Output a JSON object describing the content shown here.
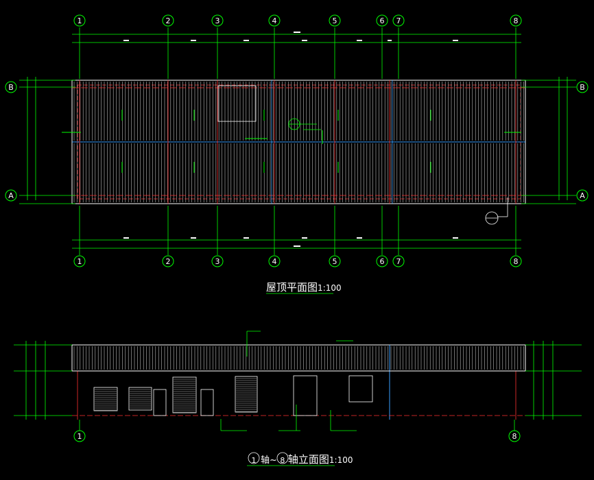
{
  "drawing": {
    "top_axes": [
      {
        "label": "1"
      },
      {
        "label": "2"
      },
      {
        "label": "3"
      },
      {
        "label": "4"
      },
      {
        "label": "5"
      },
      {
        "label": "6"
      },
      {
        "label": "7"
      },
      {
        "label": "8"
      }
    ],
    "row_axes": [
      {
        "label": "B"
      },
      {
        "label": "A"
      }
    ],
    "elevation_axes": [
      {
        "label": "1"
      },
      {
        "label": "8"
      }
    ],
    "plan_title": "屋顶平面图",
    "plan_scale": "1:100",
    "elevation_title_a": "1",
    "elevation_title_mid": "轴~",
    "elevation_title_b": "8",
    "elevation_title_c": "轴立面图",
    "elevation_scale": "1:100"
  },
  "colors": {
    "background": "#000000",
    "dimension": "#00ff00",
    "outline": "#ffffff",
    "axis_line": "#ff3030",
    "center_line": "#3aa0ff",
    "fill_lines": "#bfbfbf"
  }
}
